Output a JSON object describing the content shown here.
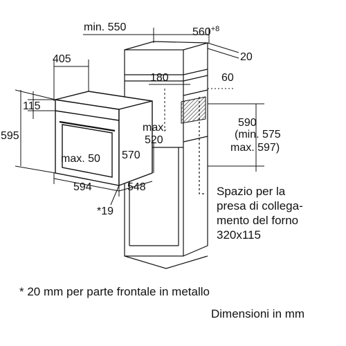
{
  "dimensions": {
    "min_550": "min. 550",
    "d560": "560",
    "d560_sup": "+8",
    "d20": "20",
    "d405": "405",
    "d180": "180",
    "d60": "60",
    "d115": "115",
    "d595": "595",
    "max_label": "max.",
    "d520": "520",
    "d590": "590",
    "min575": "(min. 575",
    "max597": "max. 597)",
    "max50": "max. 50",
    "d570": "570",
    "d594": "594",
    "d548": "548",
    "d19": "*19"
  },
  "socket_note": {
    "lines": [
      "Spazio per la",
      "presa di collega-",
      "mento del forno",
      "320x115"
    ]
  },
  "footnote": "* 20 mm per parte frontale in metallo",
  "units_note": "Dimensioni in mm",
  "colors": {
    "ink": "#111111",
    "hatch": "#555555"
  }
}
